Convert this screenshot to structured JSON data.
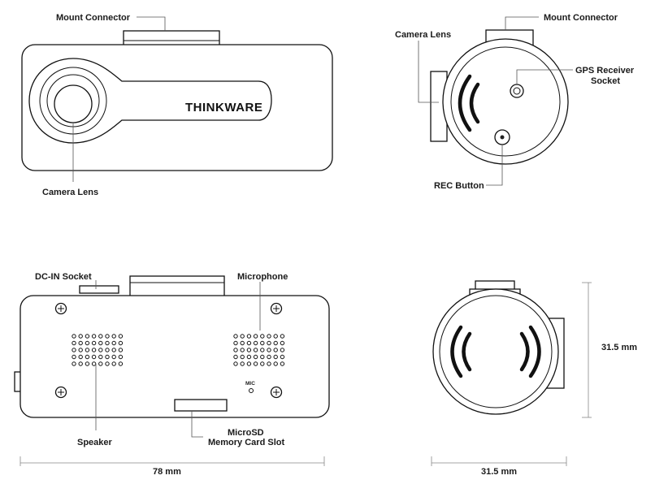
{
  "brand": "THINKWARE",
  "labels": {
    "front_mount": "Mount Connector",
    "front_lens": "Camera Lens",
    "side_mount": "Mount Connector",
    "side_lens": "Camera Lens",
    "gps_line1": "GPS Receiver",
    "gps_line2": "Socket",
    "rec": "REC Button",
    "dcin": "DC-IN Socket",
    "microphone": "Microphone",
    "speaker": "Speaker",
    "microsd_line1": "MicroSD",
    "microsd_line2": "Memory Card Slot",
    "mic_small": "MIC",
    "width_dim": "78 mm",
    "depth_dim": "31.5 mm",
    "height_dim": "31.5 mm"
  },
  "colors": {
    "line": "#111111",
    "leader": "#555555",
    "dimension": "#888888"
  }
}
